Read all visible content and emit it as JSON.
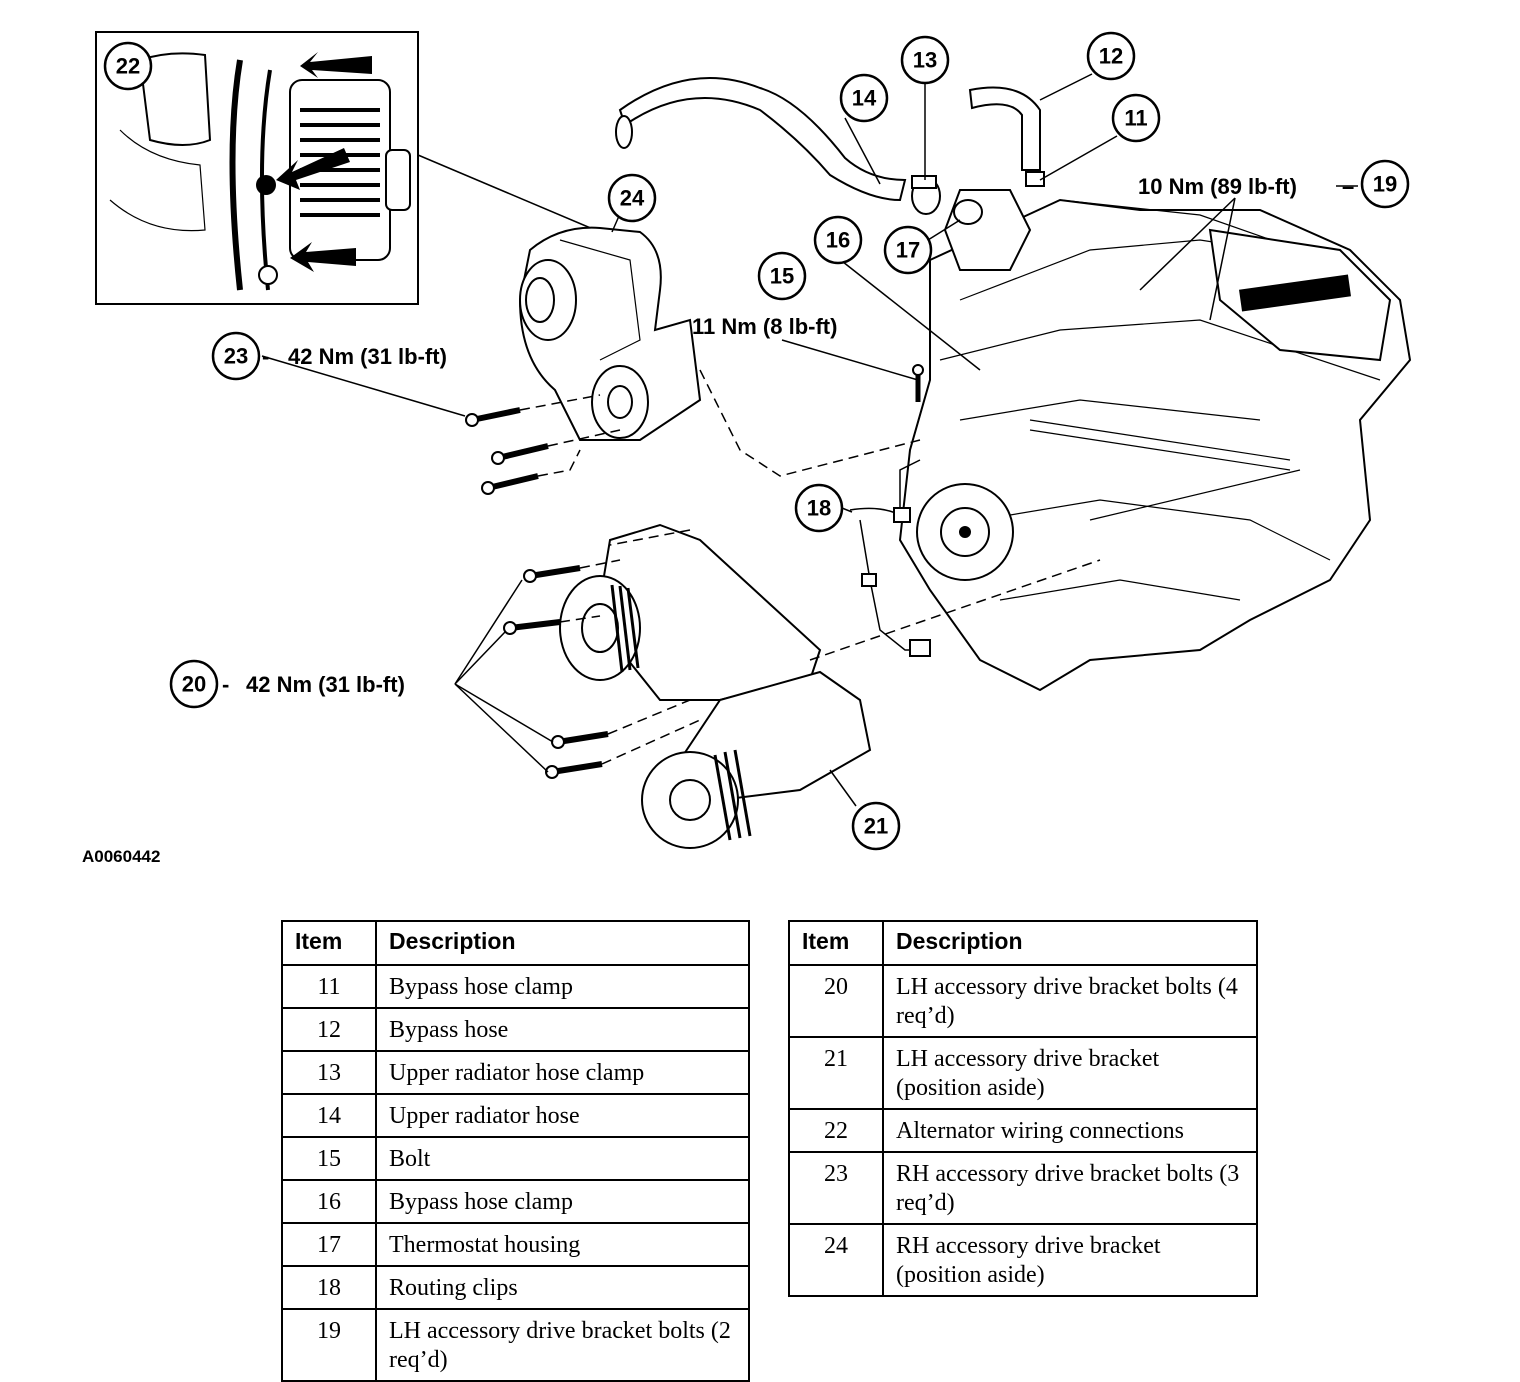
{
  "figure": {
    "id": "A0060442",
    "callouts": {
      "c11": "11",
      "c12": "12",
      "c13": "13",
      "c14": "14",
      "c15": "15",
      "c16": "16",
      "c17": "17",
      "c18": "18",
      "c19": "19",
      "c20": "20",
      "c21": "21",
      "c22": "22",
      "c23": "23",
      "c24": "24"
    },
    "torques": {
      "t23": "42 Nm (31 lb-ft)",
      "t15": "11 Nm (8 lb-ft)",
      "t19": "10 Nm (89 lb-ft)",
      "t20": "42 Nm (31 lb-ft)"
    }
  },
  "legend": {
    "header_item": "Item",
    "header_description": "Description",
    "left": [
      {
        "item": "11",
        "description": "Bypass hose clamp"
      },
      {
        "item": "12",
        "description": "Bypass hose"
      },
      {
        "item": "13",
        "description": "Upper radiator hose clamp"
      },
      {
        "item": "14",
        "description": "Upper radiator hose"
      },
      {
        "item": "15",
        "description": "Bolt"
      },
      {
        "item": "16",
        "description": "Bypass hose clamp"
      },
      {
        "item": "17",
        "description": "Thermostat housing"
      },
      {
        "item": "18",
        "description": "Routing clips"
      },
      {
        "item": "19",
        "description": "LH accessory drive bracket bolts (2 req’d)"
      }
    ],
    "right": [
      {
        "item": "20",
        "description": "LH accessory drive bracket bolts (4 req’d)"
      },
      {
        "item": "21",
        "description": "LH accessory drive bracket (position aside)"
      },
      {
        "item": "22",
        "description": "Alternator wiring connections"
      },
      {
        "item": "23",
        "description": "RH accessory drive bracket bolts (3 req’d)"
      },
      {
        "item": "24",
        "description": "RH accessory drive bracket (position aside)"
      }
    ]
  }
}
